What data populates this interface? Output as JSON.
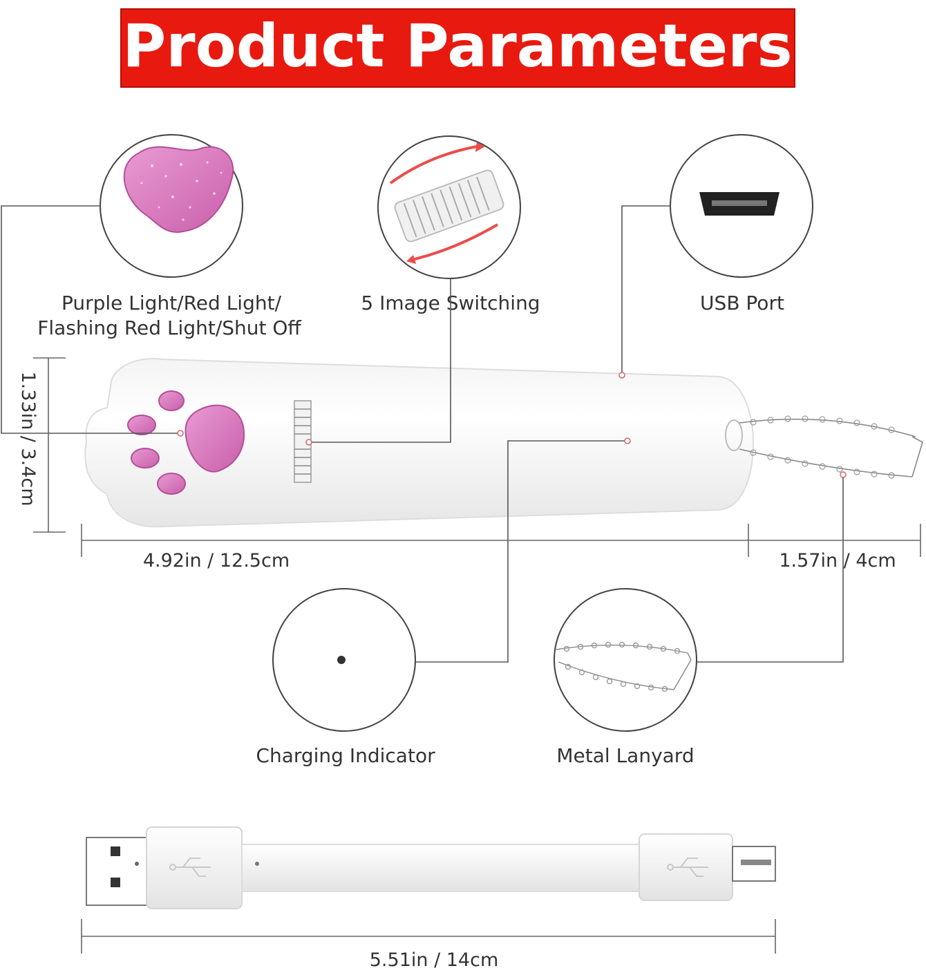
{
  "title": "Product Parameters",
  "colors": {
    "title_bg": "#e8190f",
    "paw_pink": "#e07ec2",
    "body_white": "#ffffff"
  },
  "callouts": {
    "lights_line1": "Purple Light/Red Light/",
    "lights_line2": "Flashing Red Light/Shut Off",
    "switching": "5 Image Switching",
    "usb": "USB Port",
    "charging": "Charging Indicator",
    "lanyard": "Metal Lanyard"
  },
  "dimensions": {
    "height": "1.33in / 3.4cm",
    "length": "4.92in / 12.5cm",
    "lanyard_length": "1.57in / 4cm",
    "cable_length": "5.51in / 14cm"
  },
  "icons": [
    "paw-pad-icon",
    "wheel-icon",
    "micro-usb-port-icon",
    "indicator-dot-icon",
    "chain-icon",
    "usb-logo-icon"
  ]
}
